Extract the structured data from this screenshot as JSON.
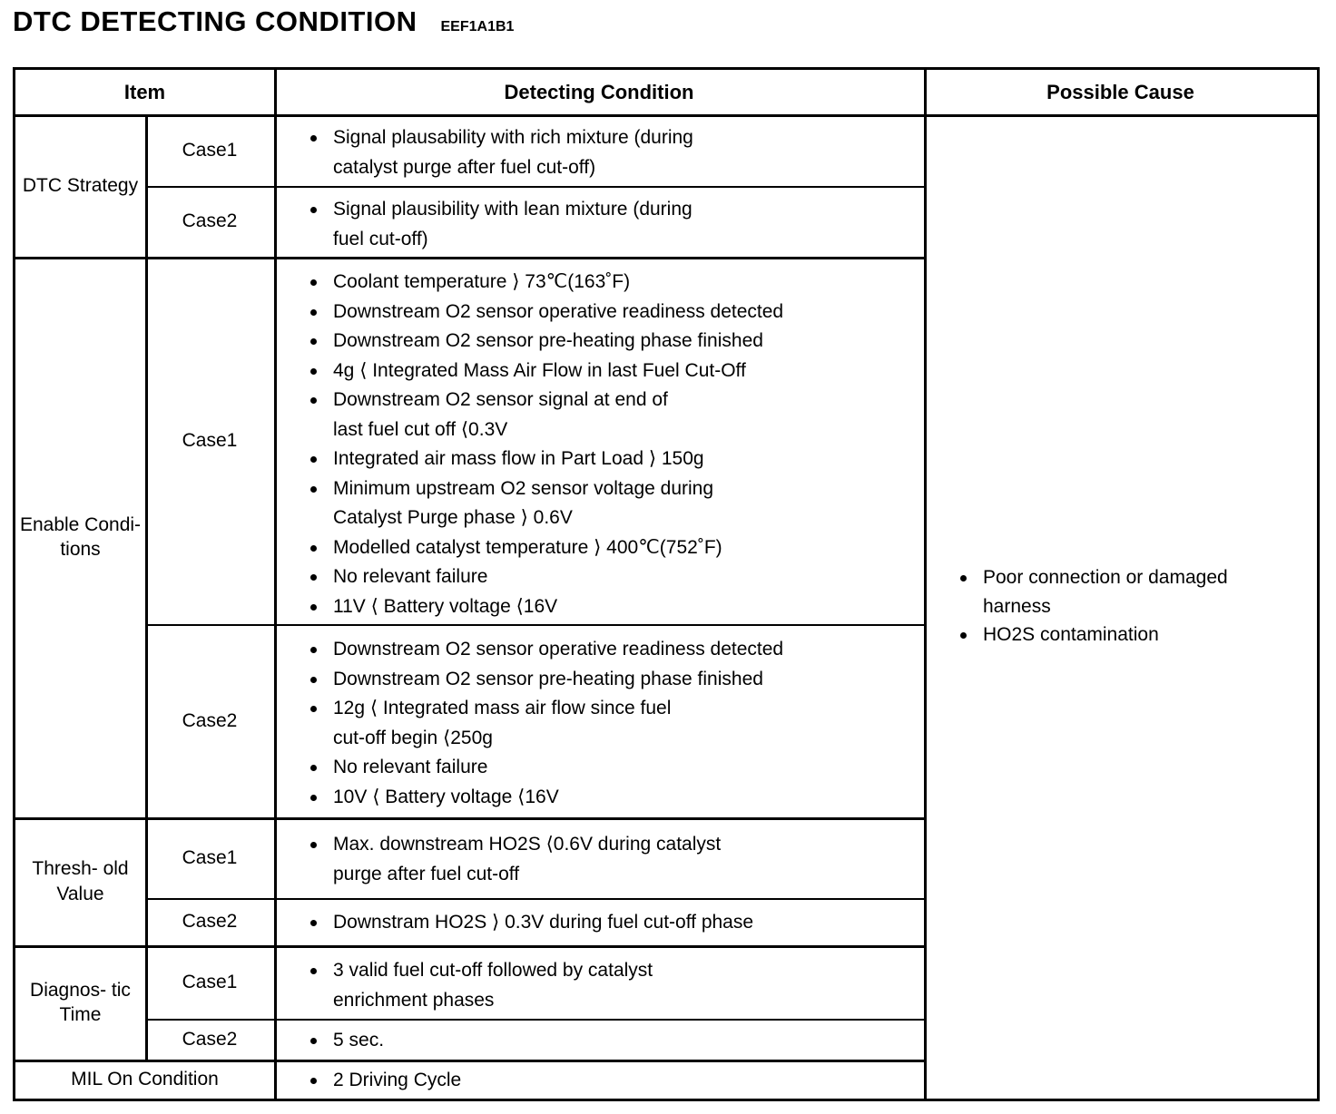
{
  "page": {
    "title": "DTC DETECTING CONDITION",
    "code": "EEF1A1B1"
  },
  "table": {
    "headers": {
      "item": "Item",
      "detecting_condition": "Detecting Condition",
      "possible_cause": "Possible Cause"
    },
    "case_labels": {
      "case1": "Case1",
      "case2": "Case2"
    },
    "rows": [
      {
        "item": "DTC\nStrategy",
        "case1": [
          "Signal plausability with rich mixture (during\ncatalyst purge after fuel cut-off)"
        ],
        "case2": [
          "Signal plausibility with lean mixture (during\nfuel cut-off)"
        ]
      },
      {
        "item": "Enable\nCondi-\ntions",
        "case1": [
          "Coolant temperature ⟩ 73℃(163˚F)",
          "Downstream O2 sensor operative readiness detected",
          "Downstream O2 sensor pre-heating phase finished",
          "4g ⟨ Integrated Mass Air Flow in last Fuel Cut-Off",
          "Downstream O2 sensor signal at end of\nlast fuel cut off  ⟨0.3V",
          "Integrated air mass flow in Part Load ⟩ 150g",
          "Minimum upstream O2 sensor voltage during\nCatalyst Purge phase ⟩ 0.6V",
          "Modelled catalyst temperature ⟩ 400℃(752˚F)",
          "No relevant failure",
          "11V ⟨ Battery voltage  ⟨16V"
        ],
        "case2": [
          "Downstream O2 sensor operative readiness detected",
          "Downstream O2 sensor pre-heating phase finished",
          "12g ⟨ Integrated mass air flow since fuel\ncut-off begin  ⟨250g",
          "No relevant failure",
          "10V ⟨ Battery voltage  ⟨16V"
        ]
      },
      {
        "item": "Thresh-\nold Value",
        "case1": [
          "Max. downstream HO2S  ⟨0.6V during catalyst\npurge after fuel cut-off"
        ],
        "case2": [
          "Downstram HO2S ⟩ 0.3V during fuel cut-off phase"
        ]
      },
      {
        "item": "Diagnos-\ntic Time",
        "case1": [
          "3 valid fuel cut-off followed by catalyst\nenrichment phases"
        ],
        "case2": [
          "5 sec."
        ]
      }
    ],
    "mil_row": {
      "item": "MIL On Condition",
      "conditions": [
        "2 Driving Cycle"
      ]
    },
    "possible_cause": [
      "Poor connection or damaged\nharness",
      "HO2S contamination"
    ]
  }
}
